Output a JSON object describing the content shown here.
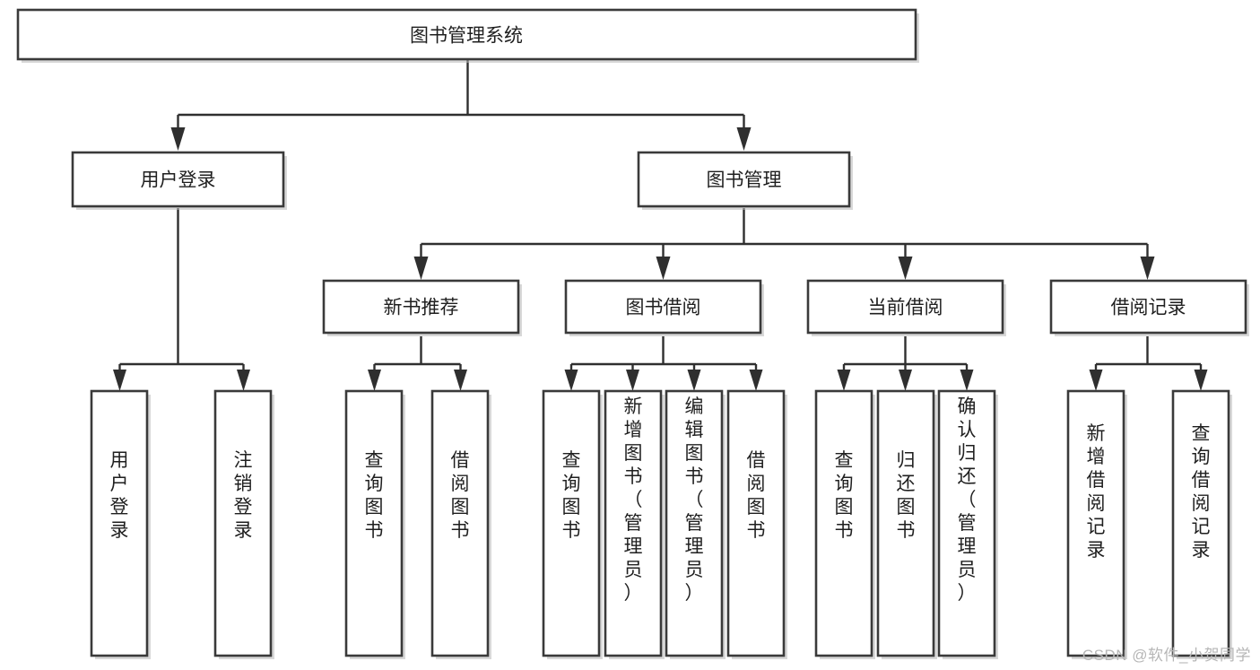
{
  "diagram": {
    "title": "图书管理系统",
    "type": "tree-hierarchy-diagram",
    "colors": {
      "box_stroke": "#3a3a3a",
      "box_fill": "#ffffff",
      "connector": "#2f2f2f",
      "text": "#1f1f1f",
      "watermark": "#b6b6b6",
      "background": "#ffffff"
    },
    "root": {
      "label": "图书管理系统"
    },
    "level2": [
      {
        "label": "用户登录"
      },
      {
        "label": "图书管理"
      }
    ],
    "level3": [
      {
        "label": "新书推荐"
      },
      {
        "label": "图书借阅"
      },
      {
        "label": "当前借阅"
      },
      {
        "label": "借阅记录"
      }
    ],
    "leaves": {
      "user_login": [
        {
          "label": "用户登录"
        },
        {
          "label": "注销登录"
        }
      ],
      "new_book_recommend": [
        {
          "label": "查询图书"
        },
        {
          "label": "借阅图书"
        }
      ],
      "book_borrow": [
        {
          "label": "查询图书"
        },
        {
          "label": "新增图书（管理员）"
        },
        {
          "label": "编辑图书（管理员）"
        },
        {
          "label": "借阅图书"
        }
      ],
      "current_borrow": [
        {
          "label": "查询图书"
        },
        {
          "label": "归还图书"
        },
        {
          "label": "确认归还（管理员）"
        }
      ],
      "borrow_record": [
        {
          "label": "新增借阅记录"
        },
        {
          "label": "查询借阅记录"
        }
      ]
    }
  },
  "watermark": {
    "text": "CSDN @软件_小贺同学"
  }
}
